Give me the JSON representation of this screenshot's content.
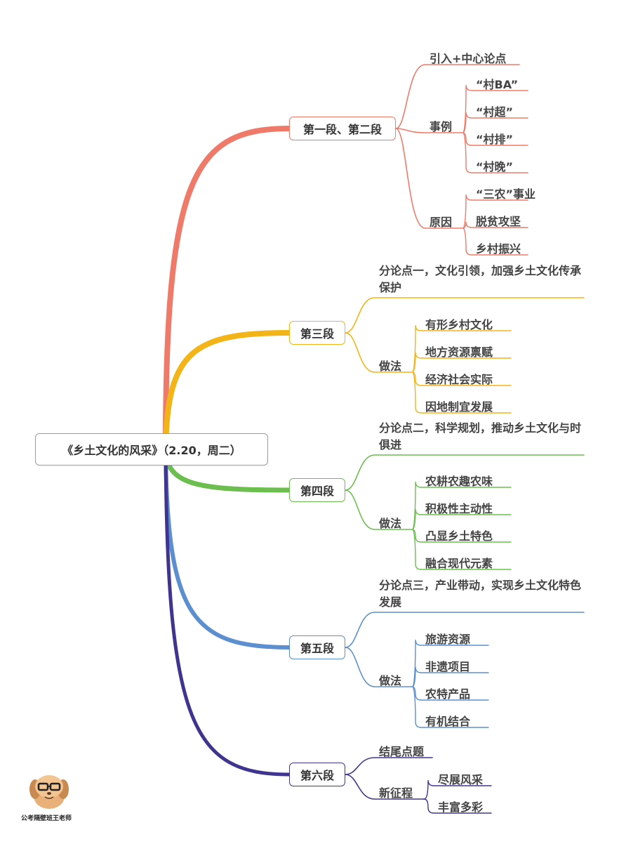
{
  "root": {
    "title": "《乡土文化的风采》（2.20，周二）"
  },
  "colors": {
    "red": "#ef7a6a",
    "yellow": "#f2b417",
    "green": "#6cbf4e",
    "blue": "#5b8fcf",
    "purple": "#3f3590"
  },
  "sections": [
    {
      "label": "第一段、第二段",
      "color": "red",
      "topics": [
        {
          "label": "引入+中心论点",
          "items": []
        },
        {
          "label": "事例",
          "items": [
            "“村BA”",
            "“村超”",
            "“村排”",
            "“村晚”"
          ]
        },
        {
          "label": "原因",
          "items": [
            "“三农”事业",
            "脱贫攻坚",
            "乡村振兴"
          ]
        }
      ]
    },
    {
      "label": "第三段",
      "color": "yellow",
      "topics": [
        {
          "label": "分论点一，文化引领，加强乡土文化传承保护",
          "items": []
        },
        {
          "label": "做法",
          "items": [
            "有形乡村文化",
            "地方资源禀赋",
            "经济社会实际",
            "因地制宜发展"
          ]
        }
      ]
    },
    {
      "label": "第四段",
      "color": "green",
      "topics": [
        {
          "label": "分论点二，科学规划，推动乡土文化与时俱进",
          "items": []
        },
        {
          "label": "做法",
          "items": [
            "农耕农趣农味",
            "积极性主动性",
            "凸显乡土特色",
            "融合现代元素"
          ]
        }
      ]
    },
    {
      "label": "第五段",
      "color": "blue",
      "topics": [
        {
          "label": "分论点三，产业带动，实现乡土文化特色发展",
          "items": []
        },
        {
          "label": "做法",
          "items": [
            "旅游资源",
            "非遗项目",
            "农特产品",
            "有机结合"
          ]
        }
      ]
    },
    {
      "label": "第六段",
      "color": "purple",
      "topics": [
        {
          "label": "结尾点题",
          "items": []
        },
        {
          "label": "新征程",
          "items": [
            "尽展风采",
            "丰富多彩"
          ]
        }
      ]
    }
  ],
  "watermark": {
    "caption": "公考隔壁班王老师",
    "icon": "dog-with-glasses-icon"
  }
}
